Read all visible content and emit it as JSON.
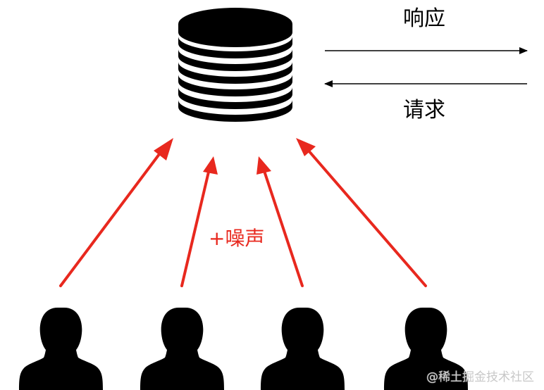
{
  "labels": {
    "response": "响应",
    "request": "请求",
    "noise": "+噪声"
  },
  "watermark": "@稀土掘金技术社区",
  "colors": {
    "arrow_red": "#e8281e",
    "ink": "#000000",
    "watermark": "#c8c8c8"
  },
  "icons": {
    "server": "database-icon",
    "user": "person-silhouette-icon"
  }
}
